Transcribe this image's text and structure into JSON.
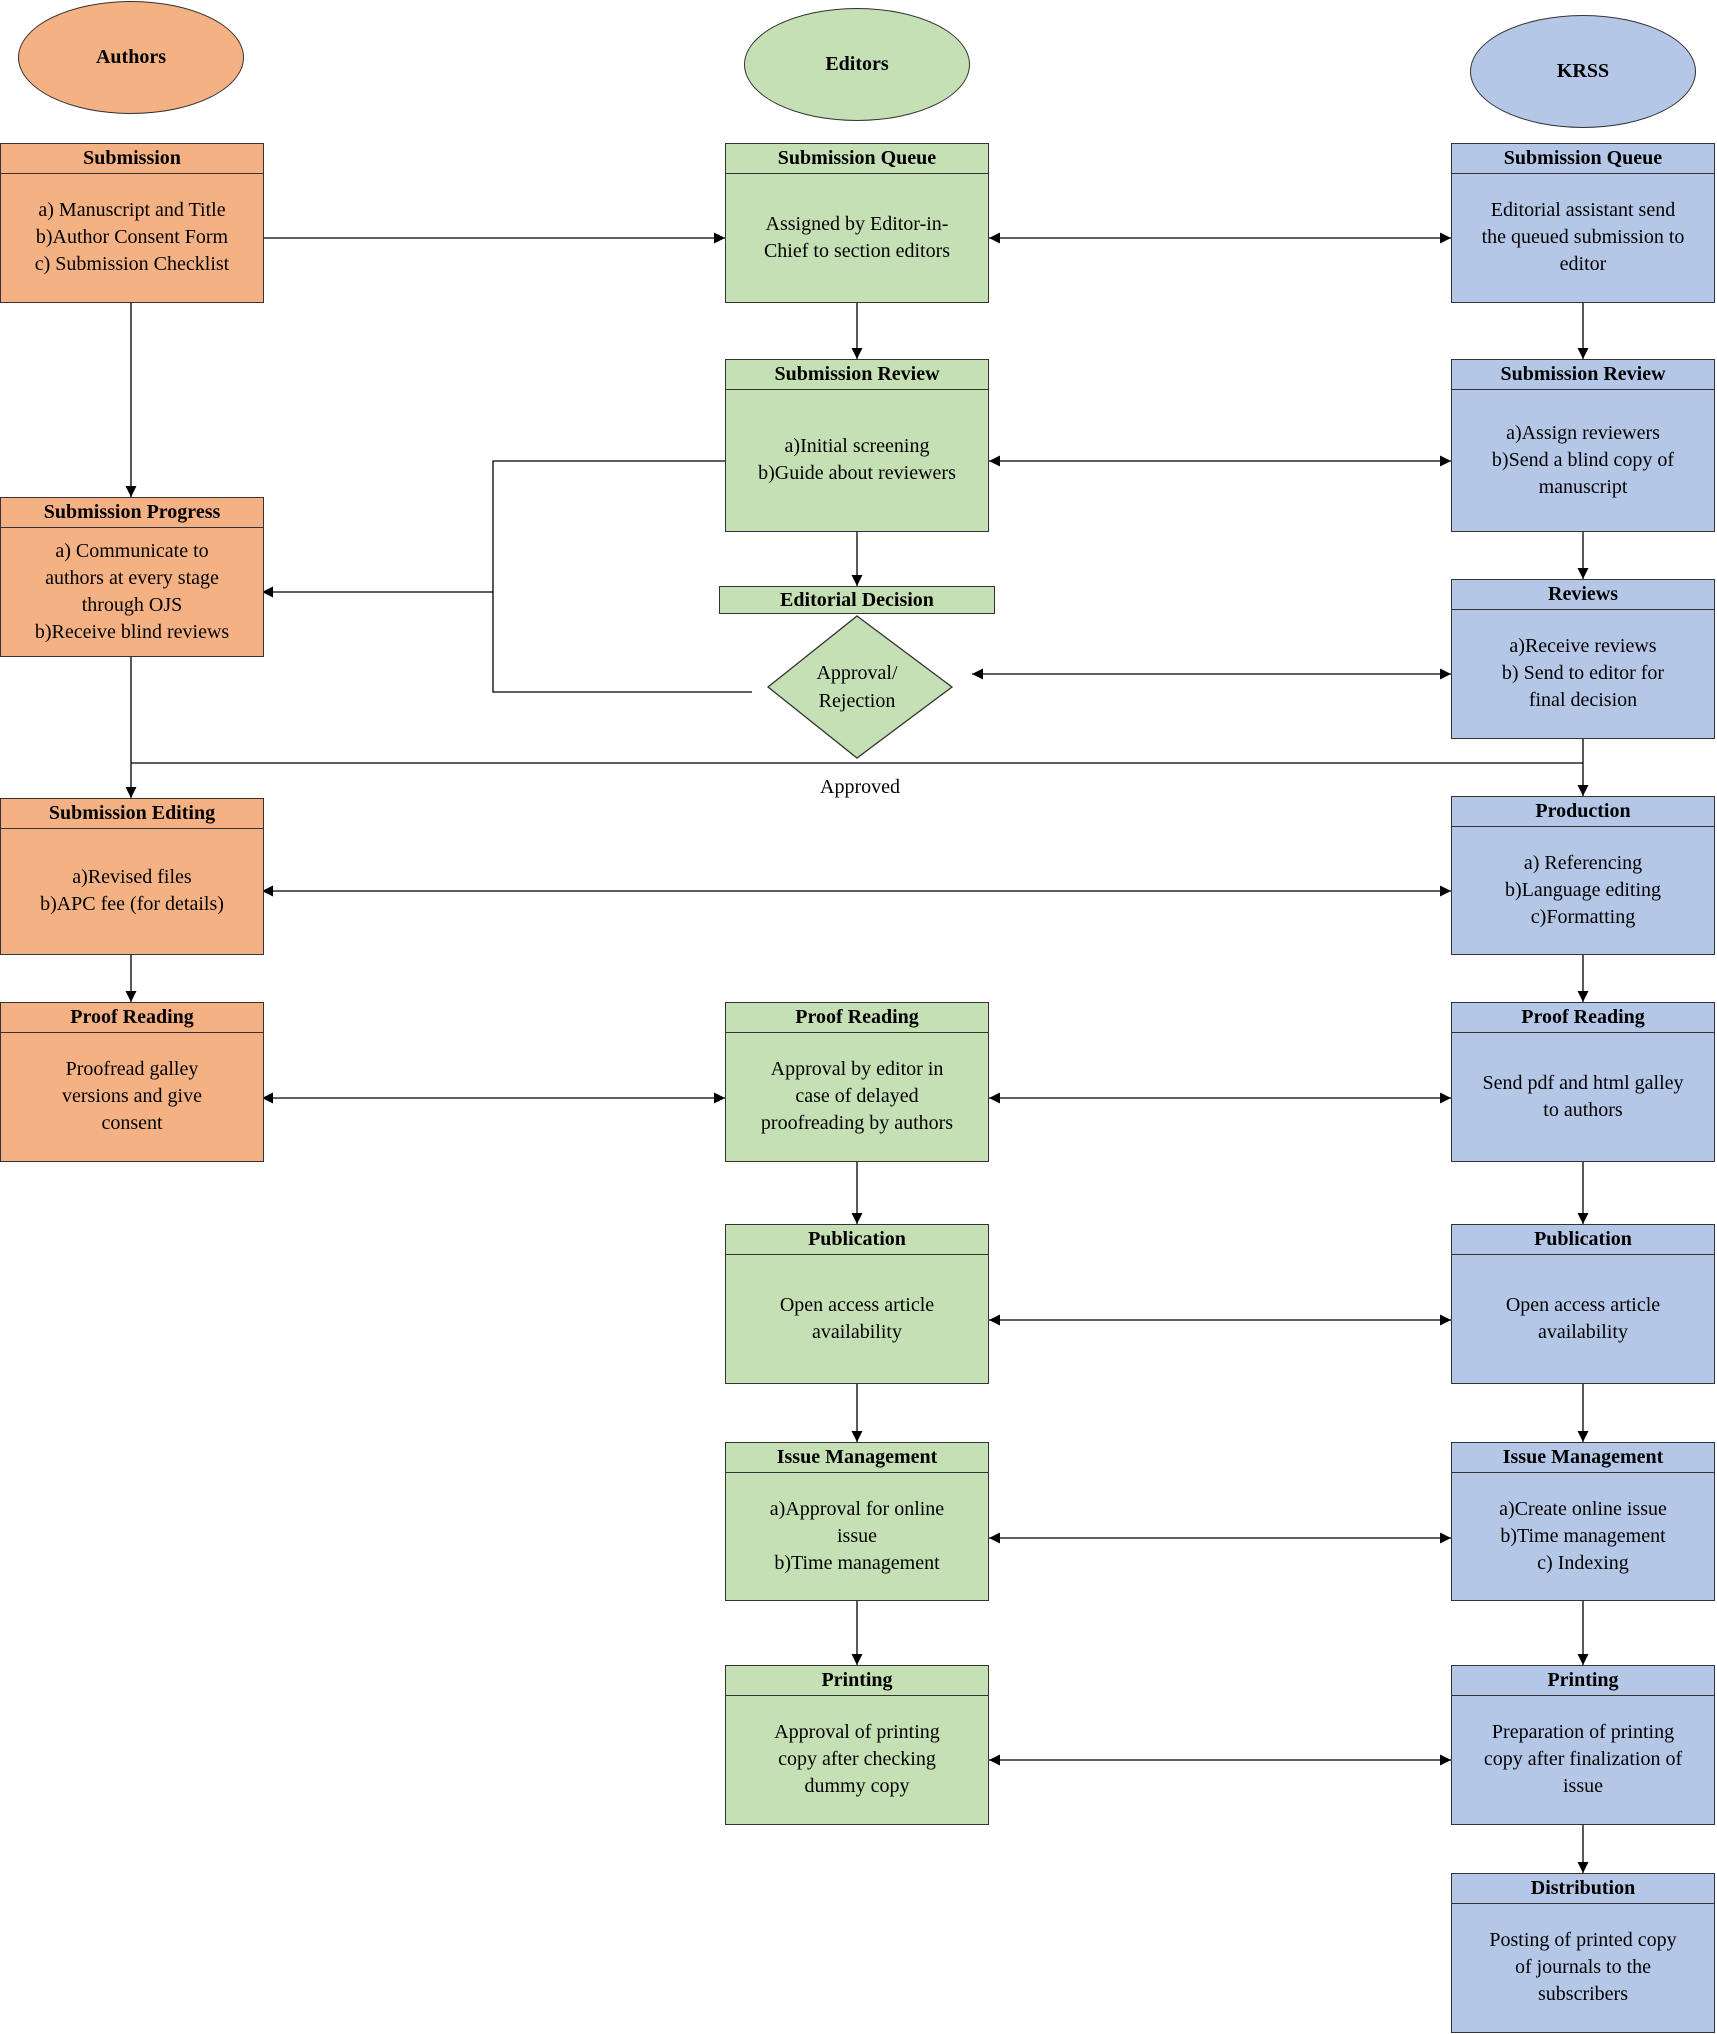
{
  "colors": {
    "authors": "#f4b183",
    "editors": "#c5e0b4",
    "krss": "#b4c7e7",
    "line": "#000000"
  },
  "lanes": {
    "authors": "Authors",
    "editors": "Editors",
    "krss": "KRSS"
  },
  "authors": {
    "submission": {
      "title": "Submission",
      "lines": [
        "a) Manuscript and Title",
        "b)Author Consent Form",
        "c) Submission Checklist"
      ]
    },
    "progress": {
      "title": "Submission Progress",
      "lines": [
        "a) Communicate to",
        "authors at every stage",
        "through OJS",
        "b)Receive blind reviews"
      ]
    },
    "editing": {
      "title": "Submission Editing",
      "lines": [
        "a)Revised files",
        "b)APC  fee (for details)"
      ]
    },
    "proof": {
      "title": "Proof Reading",
      "lines": [
        "Proofread galley",
        "versions and give",
        "consent"
      ]
    }
  },
  "editors": {
    "queue": {
      "title": "Submission Queue",
      "lines": [
        "Assigned by Editor-in-",
        "Chief to section editors"
      ]
    },
    "review": {
      "title": "Submission Review",
      "lines": [
        "a)Initial screening",
        "b)Guide about reviewers"
      ]
    },
    "decision": {
      "title": "Editorial Decision",
      "lines": [
        "Approval/",
        "Rejection"
      ]
    },
    "proof": {
      "title": "Proof Reading",
      "lines": [
        "Approval by editor in",
        "case of delayed",
        "proofreading by authors"
      ]
    },
    "publication": {
      "title": "Publication",
      "lines": [
        "Open access article",
        "availability"
      ]
    },
    "issue": {
      "title": "Issue Management",
      "lines": [
        "a)Approval for online",
        "issue",
        "b)Time management"
      ]
    },
    "printing": {
      "title": "Printing",
      "lines": [
        "Approval of printing",
        "copy after checking",
        "dummy copy"
      ]
    }
  },
  "krss": {
    "queue": {
      "title": "Submission Queue",
      "lines": [
        "Editorial assistant send",
        "the queued submission to",
        "editor"
      ]
    },
    "review": {
      "title": "Submission Review",
      "lines": [
        "a)Assign reviewers",
        "b)Send a blind copy of",
        "manuscript"
      ]
    },
    "reviews": {
      "title": "Reviews",
      "lines": [
        "a)Receive reviews",
        "b) Send to editor for",
        "final decision"
      ]
    },
    "production": {
      "title": "Production",
      "lines": [
        "a) Referencing",
        "b)Language editing",
        "c)Formatting"
      ]
    },
    "proof": {
      "title": "Proof Reading",
      "lines": [
        "Send pdf and html galley",
        "to authors"
      ]
    },
    "publication": {
      "title": "Publication",
      "lines": [
        "Open access article",
        "availability"
      ]
    },
    "issue": {
      "title": "Issue Management",
      "lines": [
        "a)Create online issue",
        "b)Time management",
        "c) Indexing"
      ]
    },
    "printing": {
      "title": "Printing",
      "lines": [
        "Preparation of printing",
        "copy after finalization of",
        "issue"
      ]
    },
    "distribution": {
      "title": "Distribution",
      "lines": [
        "Posting of printed copy",
        "of journals to the",
        "subscribers"
      ]
    }
  },
  "edge_labels": {
    "approved": "Approved"
  }
}
